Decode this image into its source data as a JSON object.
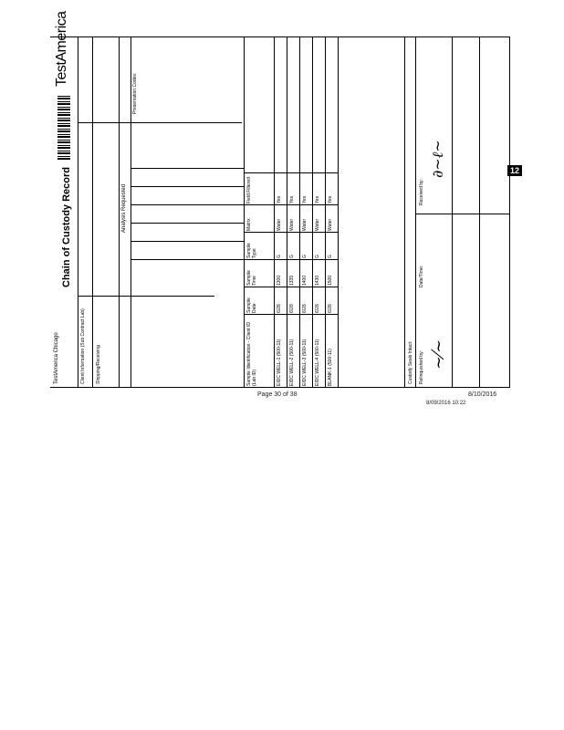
{
  "header": {
    "lab_name": "TestAmerica Chicago",
    "title": "Chain of Custody Record",
    "logo": "TestAmerica",
    "analysis_requested": "Analysis Requested",
    "client_info": "Client Information (Sub Contract Lab)",
    "shipping": "Shipping/Receiving",
    "preservation_codes": "Preservation Codes:"
  },
  "table": {
    "columns": [
      "Sample Identification - Client ID (Lab ID)",
      "Sample Date",
      "Sample Time",
      "Sample Type",
      "Matrix",
      "Field Filtered"
    ],
    "rows": [
      {
        "id": "EIDC WELL-1 (500-11)",
        "date": "6/28",
        "time": "1300",
        "type": "G",
        "matrix": "Water",
        "filtered": "Yes"
      },
      {
        "id": "EIDC WELL-2 (500-11)",
        "date": "6/28",
        "time": "1335",
        "type": "G",
        "matrix": "Water",
        "filtered": "Yes"
      },
      {
        "id": "EIDC WELL-3 (500-11)",
        "date": "6/28",
        "time": "1400",
        "type": "G",
        "matrix": "Water",
        "filtered": "Yes"
      },
      {
        "id": "EIDC WELL-4 (500-11)",
        "date": "6/28",
        "time": "1430",
        "type": "G",
        "matrix": "Water",
        "filtered": "Yes"
      },
      {
        "id": "BLANK-1 (500-11)",
        "date": "6/28",
        "time": "1500",
        "type": "G",
        "matrix": "Water",
        "filtered": "Yes"
      }
    ]
  },
  "signatures": {
    "relinquished_by": "Relinquished by:",
    "received_by": "Received by:",
    "date_time": "Date/Time:",
    "custody_seals": "Custody Seals Intact:"
  },
  "footer": {
    "page": "Page 30 of 38",
    "date": "8/10/2016",
    "stamp": "8/09/2016 10:22"
  },
  "badge": "12"
}
